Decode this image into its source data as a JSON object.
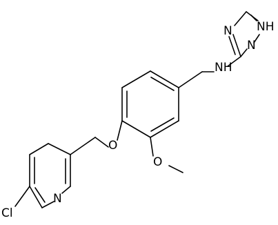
{
  "molecule": {
    "atoms": {
      "nh_linker": "NH",
      "triazole_n4": "N",
      "triazole_n2": "N",
      "triazole_n1h": "NH",
      "ether_o": "O",
      "methoxy_o": "O",
      "pyridine_n": "N",
      "chlorine": "Cl"
    },
    "colors": {
      "bond": "#000000",
      "label": "#000000",
      "background": "#ffffff"
    }
  }
}
